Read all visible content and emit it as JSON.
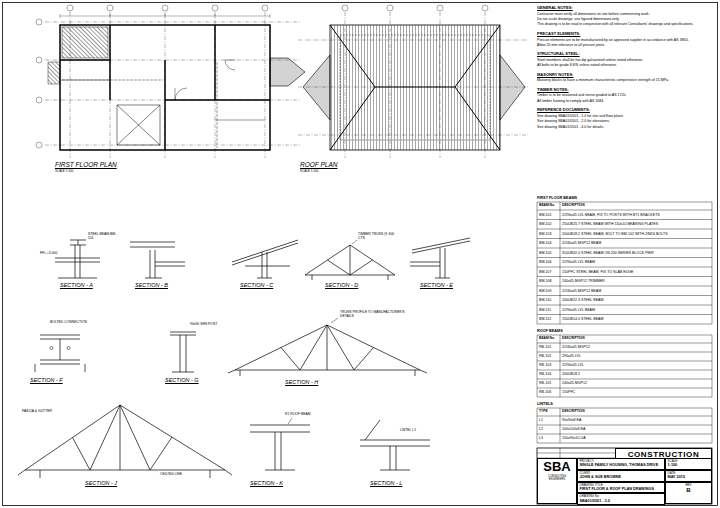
{
  "diagram": {
    "nodes": [
      {
        "text": [
          "CONSTRUCTION"
        ]
      },
      {
        "text": [
          "SBA",
          "CONSULTING ENGINEERS"
        ]
      },
      {
        "text": [
          "PROJECT:",
          "SINGLE FAMILY HOUSING, THOMAS DRIVE"
        ]
      },
      {
        "text": [
          "CLIENT:",
          "JOHN & SUE BROWNE"
        ]
      },
      {
        "text": [
          "DRAWING TITLE:",
          "FIRST FLOOR & ROOF PLAN DRAWINGS"
        ]
      },
      {
        "text": [
          "DRAWING No:",
          "SBA01/0501 - 3.0"
        ]
      },
      {
        "text": [
          "SCALE:",
          "1:100"
        ]
      },
      {
        "text": [
          "DATE:",
          "MAY 2015"
        ]
      },
      {
        "text": [
          "REV",
          "B"
        ]
      }
    ],
    "labels": [
      "GENERAL NOTES:",
      "Contractor must verify all dimensions on site before commencing work.",
      "Do not scale drawings; use figured dimensions only.",
      "This drawing is to be read in conjunction with all relevant Consultants' drawings and specifications.",
      "PRECAST ELEMENTS:",
      "Precast elements are to be manufactured by an approved supplier in accordance with AS 3850.",
      "Allow 20 mm tolerance to all precast joints.",
      "STRUCTURAL STEEL:",
      "Steel members shall be hot dip galvanized unless noted otherwise.",
      "All bolts to be grade 8.8/S unless noted otherwise.",
      "MASONRY NOTES:",
      "Masonry blocks to have a minimum characteristic compressive strength of 15 MPa.",
      "TIMBER NOTES:",
      "Timber is to be seasoned and stress graded to AS 1720.",
      "All timber framing to comply with AS 1684.",
      "REFERENCE DOCUMENTS:",
      "See drawing SBA01/0501 - 1.0 for site and floor plans.",
      "See drawing SBA01/0501 - 2.0 for elevations.",
      "See drawing SBA01/0501 - 4.0 for details.",
      "FIRST FLOOR PLAN",
      "SCALE 1:100",
      "ROOF PLAN",
      "SCALE 1:100",
      "SECTION - A",
      "SECTION - B",
      "SECTION - C",
      "SECTION - D",
      "SECTION - E",
      "SECTION - F",
      "SECTION - G",
      "SECTION - H",
      "SECTION - J",
      "SECTION - K",
      "SECTION - L",
      "STEEL BEAM BM-101",
      "FFL +3.000",
      "TIMBER TRUSS @ 600 CTS",
      "TRUSS PROFILE TO MANUFACTURER'S DETAILS",
      "FASCIA & GUTTER",
      "CEILING LINE",
      "R1 ROOF BEAM",
      "LINTEL L1",
      "BOLTED CONNECTION",
      "90x90 SHS POST",
      "FIRST FLOOR BEAMS",
      "BEAM No.",
      "DESCRIPTION",
      "BM-101",
      "2/290x45 LVL BEAM, FIX TO POSTS WITH BT1 BRACKETS",
      "BM-102",
      "250UB25.7 STEEL BEAM WITH 150x10 BEARING PLATES",
      "BM-103",
      "200UB18.2 STEEL BEAM, BOLT TO BM-102 WITH 2/M16 BOLTS",
      "BM-104",
      "2/240x45 MGP12 BEAM",
      "BM-105",
      "310UB32.0 STEEL BEAM ON 200 SERIES BLOCK PIER",
      "BM-106",
      "2/290x45 LVL BEAM",
      "BM-107",
      "150PFC STEEL BEAM, FIX TO SLAB EDGE",
      "BM-108",
      "240x45 MGP12 TRIMMER",
      "BM-109",
      "2/240x45 MGP12 BEAM",
      "BM-110",
      "200UB22.3 STEEL BEAM",
      "BM-111",
      "2/290x45 LVL BEAM",
      "BM-112",
      "150UB14.0 STEEL BEAM",
      "ROOF BEAMS",
      "BEAM No.",
      "DESCRIPTION",
      "RB-101",
      "2/240x45 MGP12",
      "RB-102",
      "290x45 LVL",
      "RB-103",
      "2/290x45 LVL",
      "RB-104",
      "200UB18.2",
      "RB-105",
      "240x45 MGP12",
      "RB-106",
      "150PFC",
      "LINTELS",
      "TYPE",
      "DESCRIPTION",
      "L1",
      "90x90x8 EA",
      "L2",
      "100x100x8 EA",
      "L3",
      "150x90x10 UA"
    ]
  }
}
